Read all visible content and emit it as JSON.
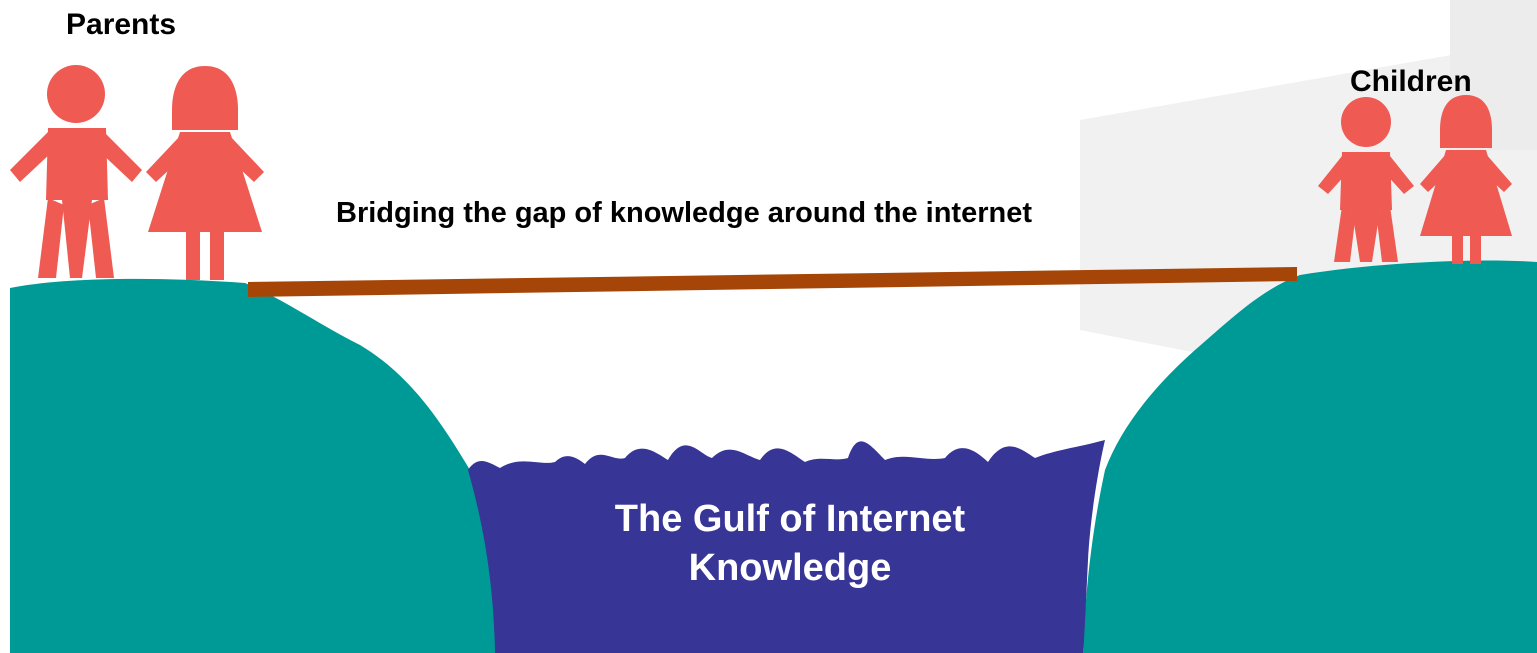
{
  "labels": {
    "parents": "Parents",
    "children": "Children",
    "bridge_caption": "Bridging the gap of knowledge around the internet",
    "gulf_line1": "The Gulf of Internet",
    "gulf_line2": "Knowledge"
  },
  "colors": {
    "figures": "#ef5a53",
    "cliffs": "#009a96",
    "water": "#373595",
    "bridge": "#a54608",
    "watermark": "#f0f0f0",
    "text_dark": "#000000",
    "text_light": "#ffffff"
  },
  "figures": {
    "parents": [
      "male-figure",
      "female-figure"
    ],
    "children": [
      "male-figure",
      "female-figure"
    ]
  }
}
